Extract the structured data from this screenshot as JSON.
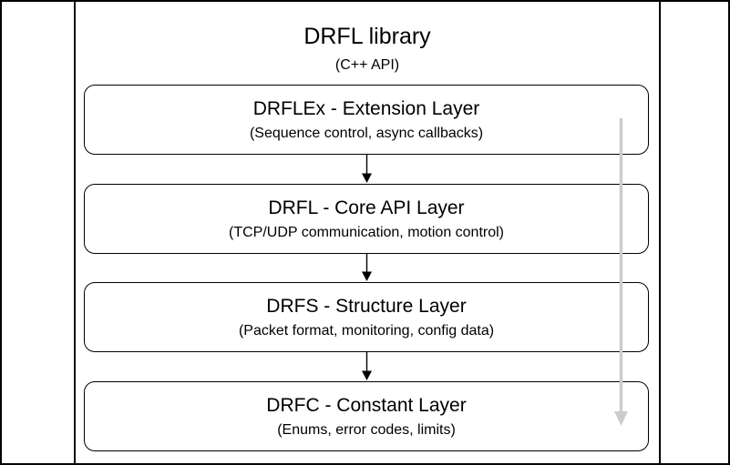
{
  "diagram": {
    "title": "DRFL library",
    "subtitle": "(C++ API)",
    "layers": [
      {
        "title": "DRFLEx - Extension Layer",
        "subtitle": "(Sequence control, async callbacks)"
      },
      {
        "title": "DRFL - Core API Layer",
        "subtitle": "(TCP/UDP communication, motion control)"
      },
      {
        "title": "DRFS - Structure Layer",
        "subtitle": "(Packet format, monitoring, config data)"
      },
      {
        "title": "DRFC - Constant Layer",
        "subtitle": "(Enums, error codes, limits)"
      }
    ],
    "colors": {
      "stroke": "#000000",
      "box_fill": "#ffffff",
      "background": "#ffffff",
      "flow_arrow": "#cccccc"
    },
    "icons": {
      "connector": "down-arrow-icon",
      "flow": "flow-down-arrow-icon"
    }
  }
}
